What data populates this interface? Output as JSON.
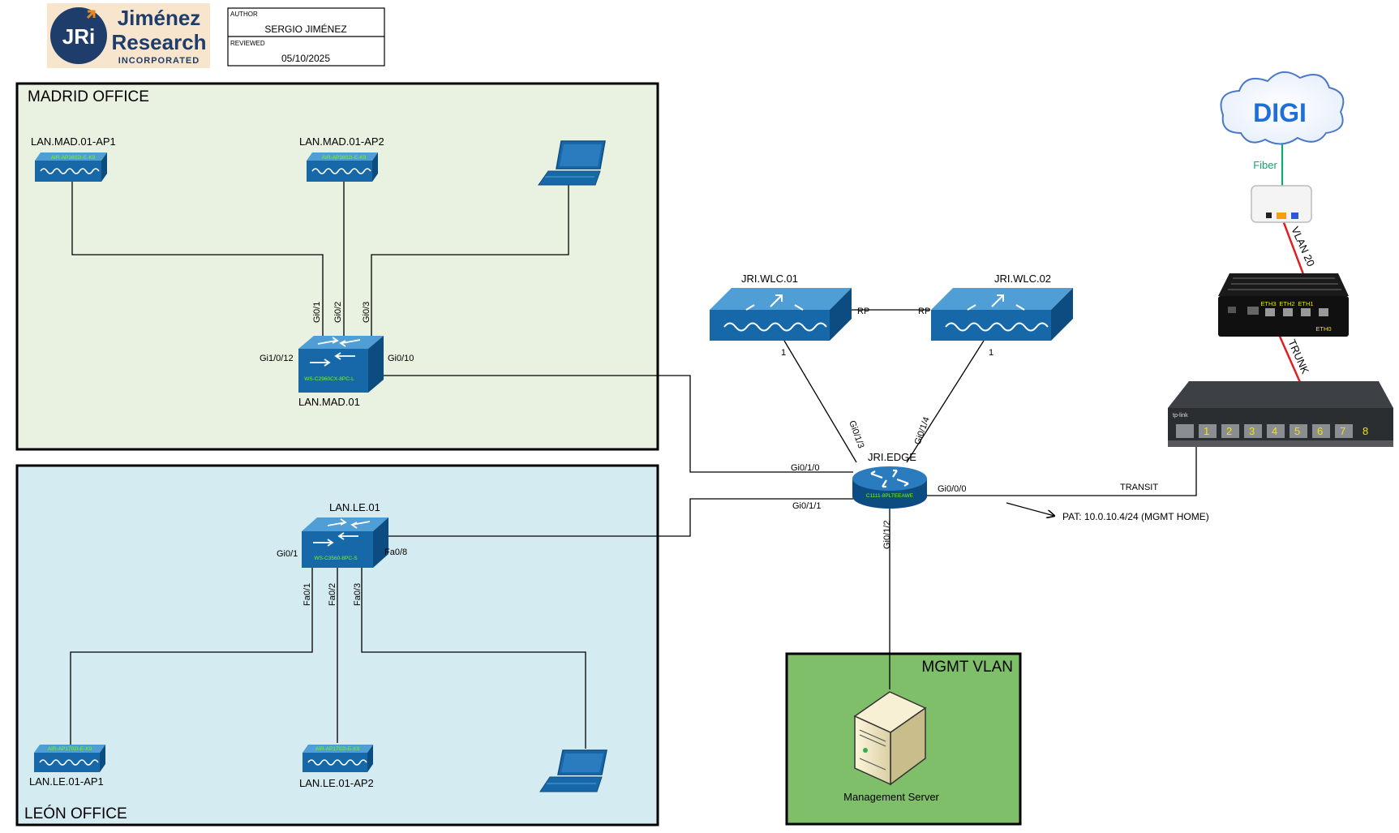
{
  "header": {
    "logo_mark": "JRi",
    "logo_line1": "Jiménez",
    "logo_line2": "Research",
    "logo_line3": "INCORPORATED",
    "author_label": "AUTHOR",
    "author_value": "SERGIO JIMÉNEZ",
    "reviewed_label": "REVIEWED",
    "reviewed_value": "05/10/2025"
  },
  "madrid": {
    "title": "MADRID OFFICE",
    "ap1_label": "LAN.MAD.01-AP1",
    "ap2_label": "LAN.MAD.01-AP2",
    "ap_model": "AIR-AP3802I-E-K9",
    "switch_label": "LAN.MAD.01",
    "switch_model": "WS-C2960CX-8PC-L",
    "ports": [
      "Gi0/1",
      "Gi0/2",
      "Gi0/3",
      "Gi1/0/12",
      "Gi0/10"
    ]
  },
  "leon": {
    "title": "LEÓN OFFICE",
    "ap1_label": "LAN.LE.01-AP1",
    "ap2_label": "LAN.LE.01-AP2",
    "ap_model": "AIR-AP1702I-E-K9",
    "switch_label": "LAN.LE.01",
    "switch_model": "WS-C3560-8PC-S",
    "ports": [
      "Gi0/1",
      "Fa0/8",
      "Fa0/1",
      "Fa0/2",
      "Fa0/3"
    ]
  },
  "core": {
    "wlc1_label": "JRI.WLC.01",
    "wlc2_label": "JRI.WLC.02",
    "rp_left": "RP",
    "rp_right": "RP",
    "wlc1_port": "1",
    "wlc2_port": "1",
    "router_label": "JRI.EDGE",
    "router_model": "C1111-8PLTEEAWE",
    "router_ports": [
      "Gi0/1/3",
      "Gi0/1/4",
      "Gi0/1/0",
      "Gi0/1/1",
      "Gi0/0/0",
      "Gi0/1/2"
    ]
  },
  "mgmt": {
    "title": "MGMT VLAN",
    "server_label": "Management Server"
  },
  "wan": {
    "isp": "DIGI",
    "fiber": "Fiber",
    "vlan": "VLAN 20",
    "trunk": "TRUNK",
    "transit": "TRANSIT",
    "pat": "PAT: 10.0.10.4/24 (MGMT HOME)",
    "fw_ports": [
      "ETH3",
      "ETH2",
      "ETH1",
      "ETH0"
    ],
    "switch_brand": "tp-link",
    "switch_ports": [
      "1",
      "2",
      "3",
      "4",
      "5",
      "6",
      "7",
      "8"
    ]
  },
  "colors": {
    "madrid_bg": "#e9f1e0",
    "leon_bg": "#d5ebf2",
    "mgmt_bg": "#7fbf69",
    "cisco_blue": "#1768a8",
    "trunk_red": "#e02020",
    "fiber_green": "#10a870"
  }
}
